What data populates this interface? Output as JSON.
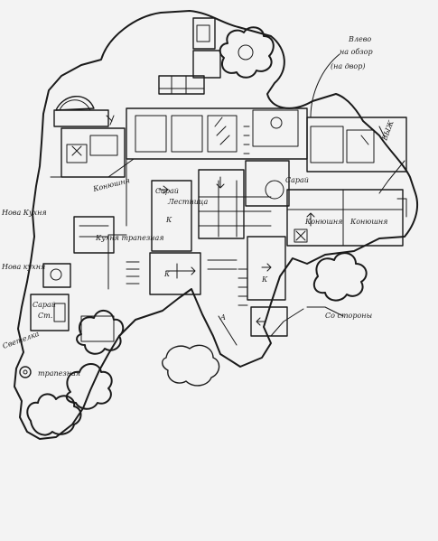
{
  "labels": {
    "top_right_note": [
      "Влево",
      "на обзор",
      "(на двор)"
    ],
    "vyzh": "ВЫЖ",
    "left_upper": "Нова Кухня",
    "left_lower": "Нова кухня",
    "kitchen_dining": "Кухня трапезная",
    "konyushnya_1": "Конюшня",
    "konyushnya_2": "Конюшня",
    "konyushnya_3": "Конюшня",
    "sarai_1": "Сарай",
    "sarai_2": "Сарай",
    "staircase": "Лестница",
    "bottom_left_1": "Сарай",
    "bottom_left_2": "Ст.",
    "bottom_left_3": "Светелка",
    "refectory_bottom": "трапезная",
    "bottom_right": "Со стороны",
    "letter_k": "К",
    "letter_a": "А"
  }
}
